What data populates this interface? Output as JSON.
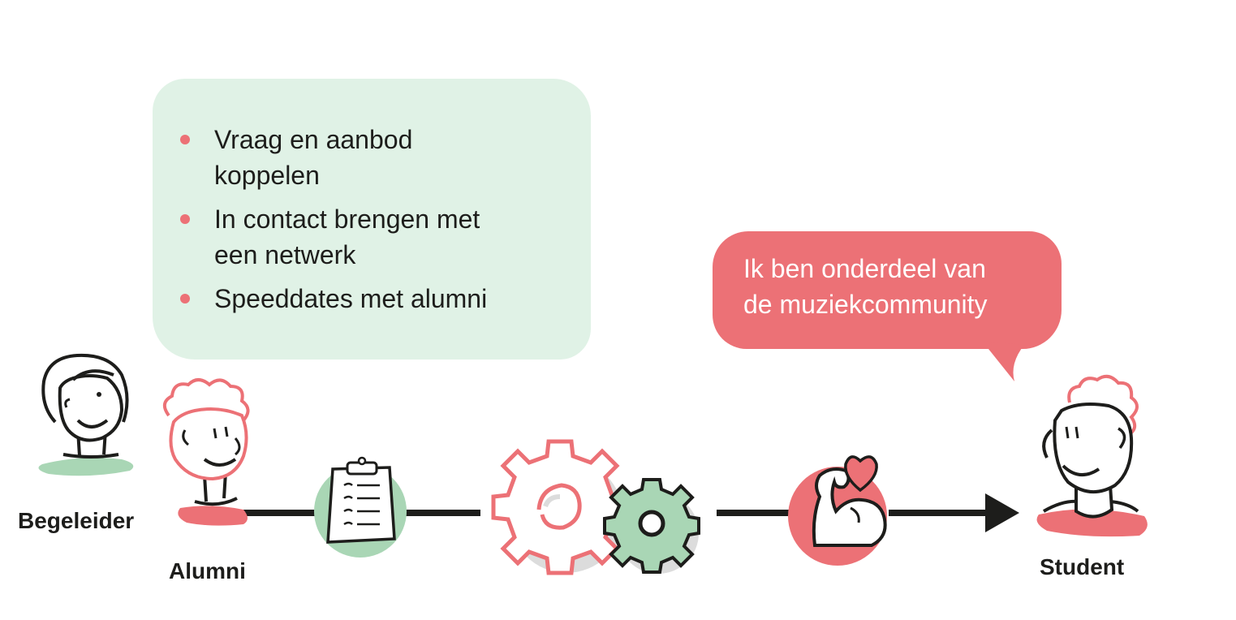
{
  "colors": {
    "accent_red": "#ec7176",
    "accent_green": "#a9d6b5",
    "bubble_green": "#e0f2e6",
    "ink": "#1d1d1b"
  },
  "actions_bubble": {
    "items": [
      {
        "text": "Vraag en aanbod\nkoppelen"
      },
      {
        "text": "In contact brengen met\neen netwerk"
      },
      {
        "text": "Speeddates met alumni"
      }
    ]
  },
  "speech_bubble": {
    "text": "Ik ben onderdeel van\nde muziekcommunity"
  },
  "roles": {
    "begeleider": "Begeleider",
    "alumni": "Alumni",
    "student": "Student"
  },
  "icons": [
    "clipboard-icon",
    "gears-icon",
    "strong-arm-heart-icon",
    "arrow-right-icon"
  ]
}
